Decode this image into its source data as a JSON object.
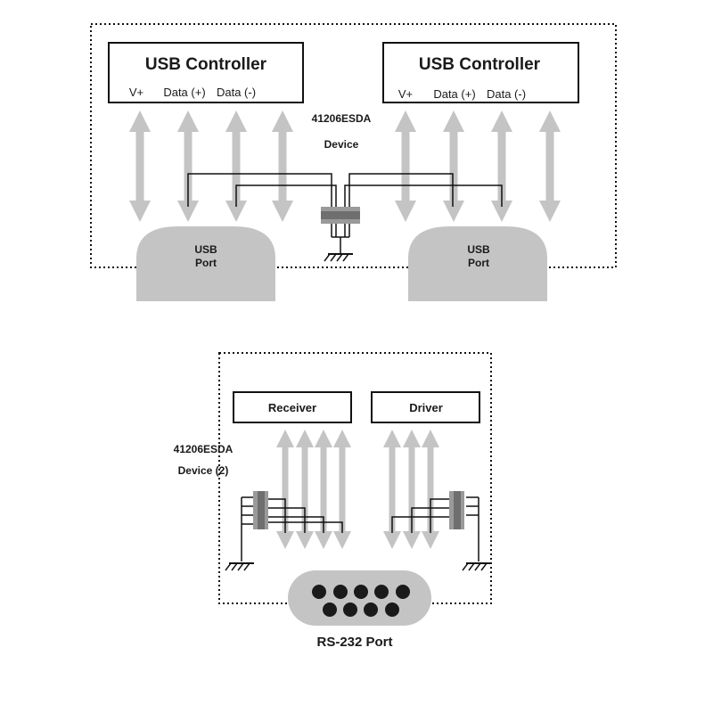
{
  "usb_section": {
    "left_controller": {
      "title": "USB Controller",
      "pins": [
        "V+",
        "Data (+)",
        "Data (-)"
      ]
    },
    "right_controller": {
      "title": "USB Controller",
      "pins": [
        "V+",
        "Data (+)",
        "Data (-)"
      ]
    },
    "device_label_line1": "41206ESDA",
    "device_label_line2": "Device",
    "left_port": {
      "line1": "USB",
      "line2": "Port"
    },
    "right_port": {
      "line1": "USB",
      "line2": "Port"
    }
  },
  "rs232_section": {
    "receiver_label": "Receiver",
    "driver_label": "Driver",
    "device_label_line1": "41206ESDA",
    "device_label_line2": "Device (2)",
    "port_label": "RS-232 Port"
  },
  "colors": {
    "arrow_gray": "#c4c4c4",
    "device_dark": "#7a7a7a",
    "line": "#111111"
  },
  "icons": [
    "ground-icon",
    "bidirectional-arrow-icon",
    "db9-connector-icon",
    "esd-device-icon"
  ]
}
